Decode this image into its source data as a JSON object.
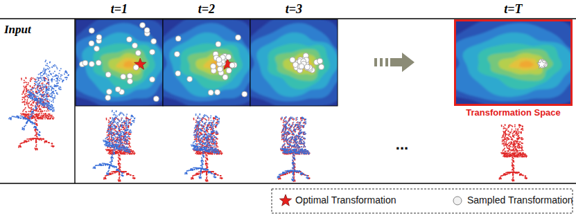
{
  "diagram": {
    "nodes": [
      {
        "text": [
          "Transformation Space"
        ]
      }
    ],
    "labels": [
      "Input",
      "t=1",
      "t=2",
      "t=3",
      "t=T",
      "..."
    ],
    "legend": [
      {
        "text": "Optimal Transformation"
      },
      {
        "text": "Sampled Transformation"
      }
    ]
  }
}
